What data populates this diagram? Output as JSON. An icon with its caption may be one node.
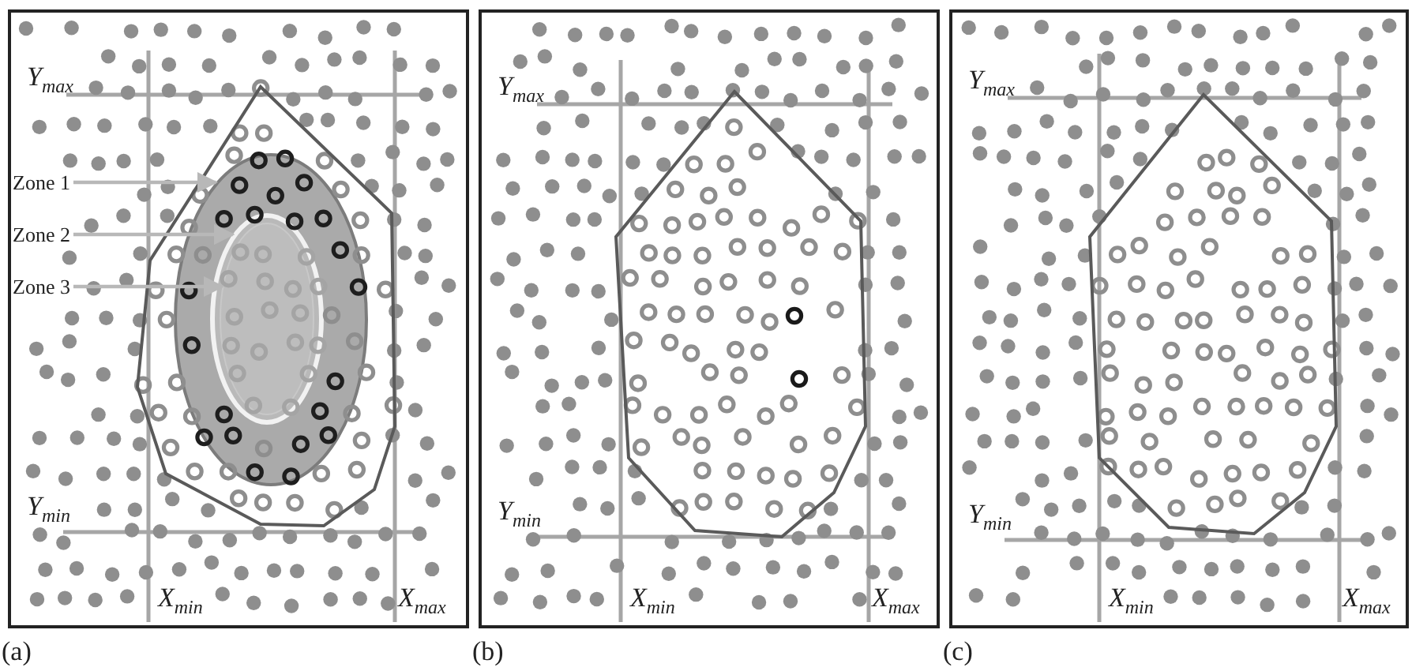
{
  "diagram": {
    "nodes": [
      {
        "text": [
          "Zone 1"
        ]
      },
      {
        "text": [
          "Zone 2"
        ]
      },
      {
        "text": [
          "Zone 3"
        ]
      },
      {
        "text": [],
        "shape": "circle"
      },
      {
        "text": [],
        "shape": "circle",
        "in": 3
      },
      {
        "text": [],
        "shape": "circle",
        "in": 4
      }
    ],
    "edges": [
      {
        "from": 0,
        "to": 3,
        "arrow": "to"
      },
      {
        "from": 1,
        "to": 4,
        "arrow": "to"
      },
      {
        "from": 2,
        "to": 5,
        "arrow": "to"
      }
    ],
    "labels": [
      "Y$_{max}$",
      "Y$_{min}$",
      "X$_{min}$",
      "X$_{max}$",
      "(a)",
      "Y$_{max}$",
      "Y$_{min}$",
      "X$_{min}$",
      "X$_{max}$",
      "(b)",
      "Y$_{max}$",
      "Y$_{min}$",
      "X$_{min}$",
      "X$_{max}$",
      "(c)"
    ]
  }
}
